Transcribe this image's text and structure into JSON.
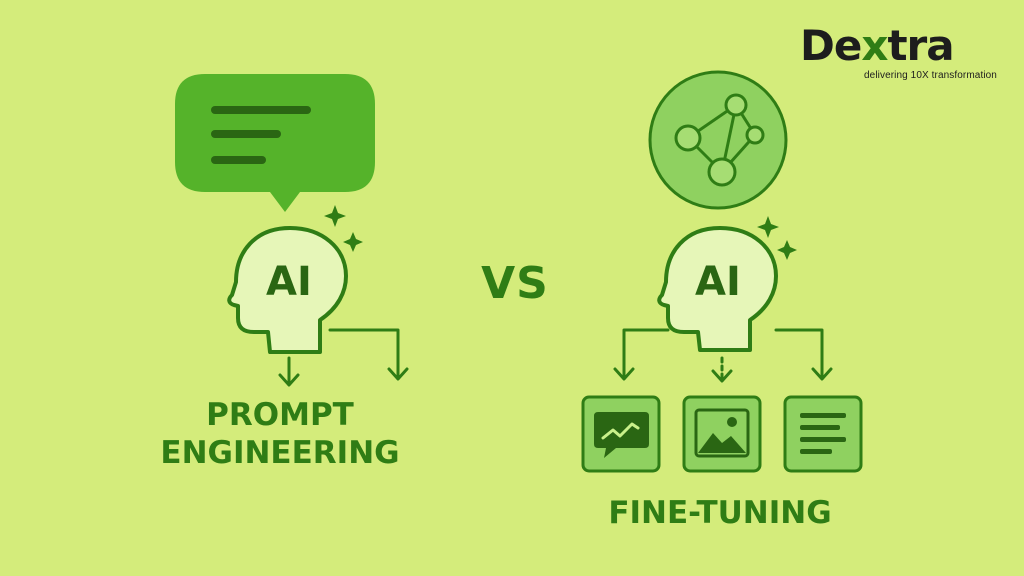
{
  "brand": {
    "name_prefix": "De",
    "name_x": "x",
    "name_suffix": "tra",
    "tagline": "delivering 10X transformation"
  },
  "left": {
    "head_text": "AI",
    "title_line1": "PROMPT",
    "title_line2": "ENGINEERING",
    "icons": [
      "chat-bubble-icon",
      "sparkle-icon",
      "ai-head-icon",
      "arrow-down-icon"
    ]
  },
  "middle": {
    "vs": "VS"
  },
  "right": {
    "head_text": "AI",
    "title": "FINE-TUNING",
    "icons": [
      "network-graph-icon",
      "sparkle-icon",
      "ai-head-icon",
      "chart-message-icon",
      "image-icon",
      "document-icon"
    ]
  },
  "colors": {
    "background": "#d4ec7b",
    "accent": "#2f7d15",
    "accent_light": "#e8f7c0",
    "bubble": "#55b32a",
    "text_dark": "#1d1d1d"
  }
}
